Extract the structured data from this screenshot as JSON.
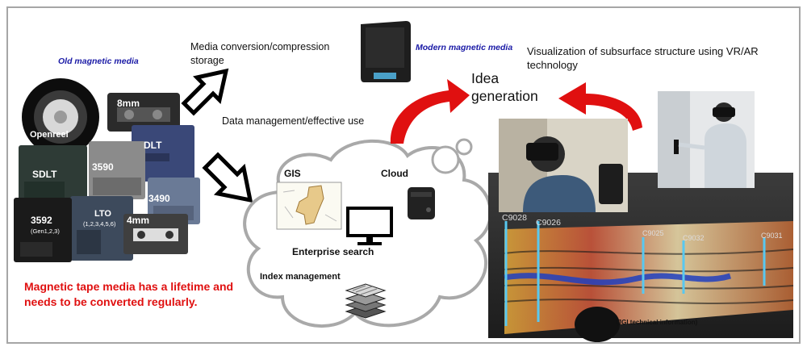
{
  "title_old_media": "Old magnetic media",
  "title_modern_media": "Modern magnetic media",
  "media_conversion": [
    "Media conversion/compression",
    "storage"
  ],
  "data_management": "Data management/effective use",
  "idea_generation": [
    "Idea",
    "generation"
  ],
  "visualization": [
    "Visualization of subsurface structure using VR/AR",
    "technology"
  ],
  "cartridges": {
    "openreel": "Openreel",
    "mm8": "8mm",
    "dlt": "DLT",
    "sdlt": "SDLT",
    "c3590": "3590",
    "c3490": "3490",
    "c3592": "3592",
    "c3592_sub": "(Gen1,2,3)",
    "lto": "LTO",
    "lto_sub": "(1,2,3,4,5,6)",
    "mm4": "4mm"
  },
  "warning": [
    "Magnetic tape media has a lifetime and",
    "needs to be converted regularly."
  ],
  "cloud": {
    "gis": "GIS",
    "cloud": "Cloud",
    "enterprise_search": "Enterprise search",
    "index_management": "Index management"
  },
  "seismic": {
    "wells": [
      "C9028",
      "C9026",
      "C9025",
      "C9032",
      "C9031"
    ],
    "credit": "(JGI technical information)"
  },
  "colors": {
    "arrow_red": "#e01010",
    "label_blue": "#1a1aa6",
    "warning_red": "#e01010"
  }
}
